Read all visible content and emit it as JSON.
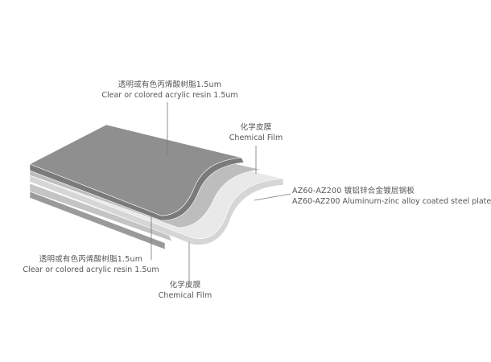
{
  "diagram": {
    "colors": {
      "resin_top": "#8f8f8f",
      "resin_top_edge": "#7a7a7a",
      "chemical_film": "#bdbdbd",
      "steel_plate": "#e9e9e9",
      "steel_edge": "#d6d6d6",
      "bottom_film": "#c4c4c4",
      "bottom_resin": "#9a9a9a",
      "leader_line": "#777777",
      "text": "#555555"
    },
    "labels": {
      "resin_top": {
        "cn": "透明或有色丙烯酸树脂1.5um",
        "en": "Clear or colored acrylic resin 1.5um"
      },
      "film_top": {
        "cn": "化学皮膜",
        "en": "Chemical Film"
      },
      "steel": {
        "cn": "AZ60-AZ200  镀铝锌合金镀层钢板",
        "en": "AZ60-AZ200 Aluminum-zinc alloy coated steel plate"
      },
      "resin_bottom": {
        "cn": "透明或有色丙烯酸树脂1.5um",
        "en": "Clear or colored acrylic resin 1.5um"
      },
      "film_bottom": {
        "cn": "化学皮膜",
        "en": "Chemical Film"
      }
    }
  }
}
